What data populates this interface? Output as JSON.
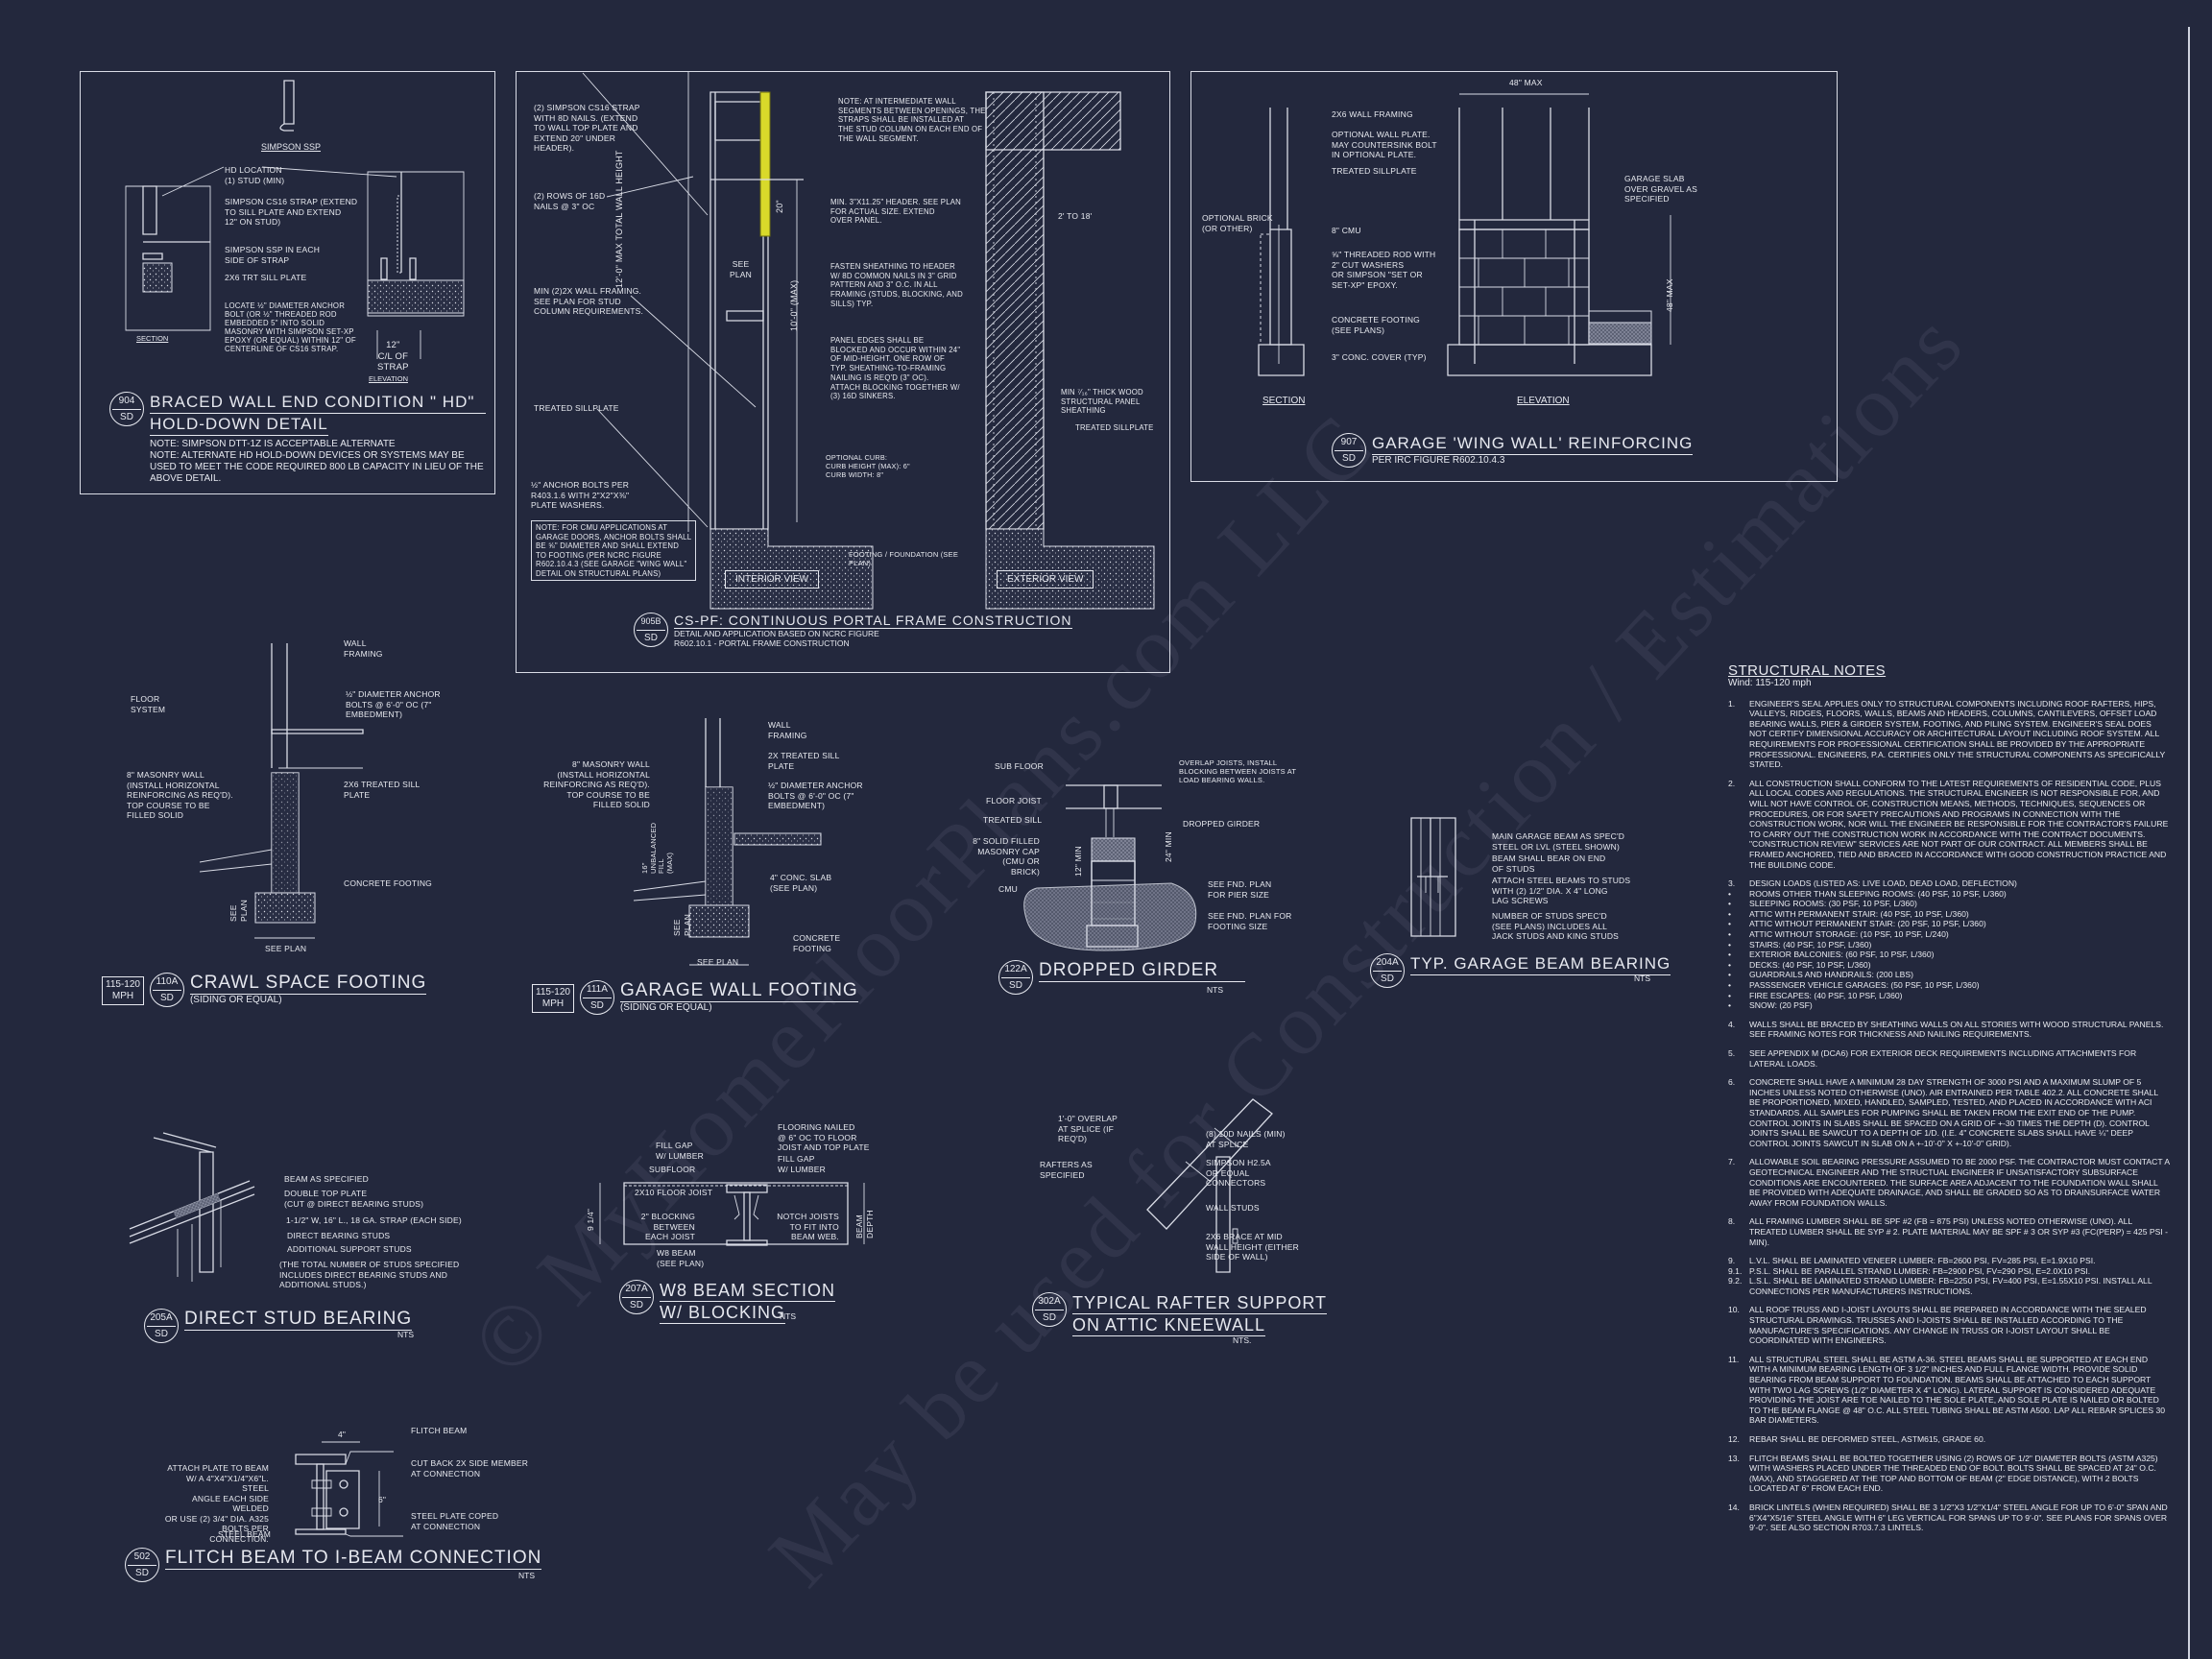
{
  "sheet": {
    "background": "#23283d",
    "line_color": "#d9dce6",
    "accent_strap_color": "#d9d92a",
    "watermark_line1": "© MyHomeFloorPlans.com LLC",
    "watermark_line2": "May be used for Construction / Estimations"
  },
  "d904": {
    "number": "904",
    "sheet": "SD",
    "title1": "BRACED WALL END CONDITION \" HD\"",
    "title2": "HOLD-DOWN DETAIL",
    "note1": "NOTE: SIMPSON DTT-1Z IS ACCEPTABLE ALTERNATE",
    "note2": "NOTE: ALTERNATE HD HOLD-DOWN DEVICES OR SYSTEMS MAY BE USED TO MEET THE CODE REQUIRED 800 LB CAPACITY IN LIEU OF THE ABOVE DETAIL.",
    "ssp_label": "SIMPSON SSP",
    "section_label": "SECTION",
    "elevation_label": "ELEVATION",
    "callouts": [
      "HD LOCATION\n(1) STUD (MIN)",
      "SIMPSON CS16 STRAP (EXTEND\nTO SILL PLATE AND EXTEND\n12\" ON STUD)",
      "SIMPSON SSP IN EACH\nSIDE OF STRAP",
      "2x6 TRT SILL PLATE",
      "LOCATE ½\" DIAMETER ANCHOR\nBOLT (OR ½\" THREADED ROD\nEMBEDDED 5\" INTO SOLID\nMASONRY WITH SIMPSON SET-XP\nEPOXY (OR EQUAL) WITHIN 12\" OF\nCENTERLINE OF CS16 STRAP."
    ],
    "dim": "12\"\nC/L OF\nSTRAP"
  },
  "d905b": {
    "number": "905B",
    "sheet": "SD",
    "title": "CS-PF: CONTINUOUS PORTAL FRAME CONSTRUCTION",
    "sub1": "DETAIL AND APPLICATION BASED ON NCRC FIGURE",
    "sub2": "R602.10.1 - PORTAL FRAME CONSTRUCTION",
    "interior_view": "INTERIOR VIEW",
    "exterior_view": "EXTERIOR VIEW",
    "callouts_left": [
      "(2) SIMPSON CS16 STRAP\nWITH 8d NAILS. (EXTEND\nTO WALL TOP PLATE AND\nEXTEND 20\" UNDER\nHEADER).",
      "(2) ROWS OF 16d\nNAILS @ 3\" OC",
      "MIN (2)2X WALL FRAMING.\nSEE PLAN FOR STUD\nCOLUMN REQUIREMENTS.",
      "TREATED SILLPLATE",
      "½\" ANCHOR BOLTS PER\nR403.1.6 WITH 2\"x2\"x⅜\"\nPLATE WASHERS."
    ],
    "cmu_note": "NOTE: FOR CMU APPLICATIONS AT\nGARAGE DOORS, ANCHOR BOLTS SHALL\nBE ⅝\" DIAMETER AND SHALL EXTEND\nTO FOOTING (PER NCRC FIGURE\nR602.10.4.3 (SEE GARAGE \"WING WALL\"\nDETAIL ON STRUCTURAL PLANS)",
    "callouts_mid": [
      "NOTE: AT INTERMEDIATE WALL\nSEGMENTS BETWEEN OPENINGS, THE\nSTRAPS SHALL BE INSTALLED AT\nTHE STUD COLUMN ON EACH END OF\nTHE WALL SEGMENT.",
      "MIN. 3\"x11.25\" HEADER. SEE PLAN\nFOR ACTUAL SIZE. EXTEND\nOVER PANEL.",
      "FASTEN SHEATHING TO HEADER\nW/ 8d COMMON NAILS IN 3\" GRID\nPATTERN AND 3\" O.C. IN ALL\nFRAMING (STUDS, BLOCKING, AND\nSILLS) TYP.",
      "PANEL EDGES SHALL BE\nBLOCKED AND OCCUR WITHIN 24\"\nOF MID-HEIGHT. ONE ROW OF\nTYP. SHEATHING-TO-FRAMING\nNAILING IS REQ'D (3\" OC).\nATTACH BLOCKING TOGETHER W/\n(3) 16d SINKERS.",
      "OPTIONAL CURB:\nCURB HEIGHT (MAX): 6\"\nCURB WIDTH: 8\"",
      "FOOTING / FOUNDATION (SEE\nPLAN)"
    ],
    "callouts_right": [
      "2' TO 18'",
      "MIN ⁷⁄₁₆\" THICK WOOD\nSTRUCTURAL PANEL\nSHEATHING",
      "TREATED SILLPLATE"
    ],
    "dims": {
      "total_height": "12'-0\" MAX TOTAL WALL HEIGHT",
      "max_height": "10'-0\" (MAX)",
      "strap": "20\"",
      "see_plan": "SEE\nPLAN"
    }
  },
  "d907": {
    "number": "907",
    "sheet": "SD",
    "title": "GARAGE 'WING WALL' REINFORCING",
    "sub": "PER IRC FIGURE R602.10.4.3",
    "section_label": "SECTION",
    "elevation_label": "ELEVATION",
    "dim_top": "48\" MAX",
    "dim_side": "48\" MAX",
    "callouts": [
      "2x6 WALL FRAMING",
      "OPTIONAL WALL PLATE.\nMAY COUNTERSINK BOLT\nIN OPTIONAL PLATE.",
      "TREATED SILLPLATE",
      "8\" CMU",
      "⅝\" THREADED ROD WITH\n2\" CUT WASHERS\nOR SIMPSON \"SET OR\nSET-XP\" EPOXY.",
      "CONCRETE FOOTING\n(SEE PLANS)",
      "3\" CONC. COVER (TYP)"
    ],
    "brick": "OPTIONAL BRICK\n(OR OTHER)",
    "slab": "GARAGE SLAB\nOVER GRAVEL AS\nSPECIFIED"
  },
  "d110a": {
    "number": "110A",
    "sheet": "SD",
    "mph": "115-120\nMPH",
    "title": "CRAWL SPACE FOOTING",
    "sub": "(SIDING OR EQUAL)",
    "callouts": [
      "WALL\nFRAMING",
      "FLOOR\nSYSTEM",
      "½\" DIAMETER ANCHOR\nBOLTS @ 6'-0\" OC (7\"\nEMBEDMENT)",
      "8\" MASONRY WALL\n(INSTALL HORIZONTAL\nREINFORCING AS REQ'D).\nTOP COURSE TO BE\nFILLED SOLID",
      "2x6 TREATED SILL\nPLATE",
      "CONCRETE FOOTING",
      "SEE PLAN",
      "SEE\nPLAN"
    ]
  },
  "d111a": {
    "number": "111A",
    "sheet": "SD",
    "mph": "115-120\nMPH",
    "title": "GARAGE WALL FOOTING",
    "sub": "(SIDING OR EQUAL)",
    "callouts": [
      "WALL\nFRAMING",
      "2x TREATED SILL\nPLATE",
      "8\" MASONRY WALL\n(INSTALL HORIZONTAL\nREINFORCING AS REQ'D).\nTOP COURSE TO BE\nFILLED SOLID",
      "½\" DIAMETER ANCHOR\nBOLTS @ 6'-0\" OC (7\"\nEMBEDMENT)",
      "16\"\nUNBALANCED\nFILL\n(MAX)",
      "4\" CONC. SLAB\n(SEE PLAN)",
      "CONCRETE\nFOOTING",
      "SEE PLAN",
      "SEE\nPLAN"
    ]
  },
  "d122a": {
    "number": "122A",
    "sheet": "SD",
    "title": "DROPPED GIRDER",
    "nts": "NTS",
    "callouts": [
      "SUB FLOOR",
      "FLOOR JOIST",
      "TREATED SILL",
      "8\" SOLID FILLED\nMASONRY CAP\n(CMU OR BRICK)",
      "CMU",
      "OVERLAP JOISTS, INSTALL\nBLOCKING BETWEEN JOISTS AT\nLOAD BEARING WALLS.",
      "DROPPED GIRDER",
      "SEE FND. PLAN\nFOR PIER SIZE",
      "SEE FND. PLAN FOR\nFOOTING SIZE"
    ],
    "dim1": "12\" MIN",
    "dim2": "24\" MIN"
  },
  "d204a": {
    "number": "204A",
    "sheet": "SD",
    "title": "TYP. GARAGE BEAM BEARING",
    "nts": "NTS",
    "callouts": [
      "MAIN GARAGE BEAM AS SPEC'D\nSTEEL OR LVL (STEEL SHOWN)",
      "BEAM SHALL BEAR ON END\nOF STUDS",
      "ATTACH STEEL BEAMS TO STUDS\nWITH (2) 1/2\" DIA. x 4\" LONG\nLAG SCREWS",
      "NUMBER OF STUDS SPEC'D\n(SEE PLANS) INCLUDES ALL\nJACK STUDS AND KING STUDS"
    ]
  },
  "d205a": {
    "number": "205A",
    "sheet": "SD",
    "title": "DIRECT STUD BEARING",
    "nts": "NTS",
    "callouts": [
      "BEAM AS SPECIFIED",
      "DOUBLE TOP PLATE\n(CUT @ DIRECT BEARING STUDS)",
      "1-1/2\" W, 16\" L., 18 GA. STRAP (EACH SIDE)",
      "DIRECT BEARING STUDS",
      "ADDITIONAL SUPPORT STUDS",
      "(THE TOTAL NUMBER OF STUDS SPECIFIED\nINCLUDES DIRECT BEARING STUDS AND\nADDITIONAL STUDS.)"
    ]
  },
  "d207a": {
    "number": "207A",
    "sheet": "SD",
    "title1": "W8 BEAM SECTION",
    "title2": "W/ BLOCKING",
    "nts": "NTS",
    "callouts": [
      "FILL GAP\nw/ LUMBER",
      "SUBFLOOR",
      "2x10 FLOOR JOIST",
      "2\" BLOCKING\nBETWEEN\nEACH JOIST",
      "W8 BEAM\n(SEE PLAN)",
      "FLOORING NAILED\n@ 6\" OC TO FLOOR\nJOIST AND TOP PLATE",
      "FILL GAP\nw/ LUMBER",
      "NOTCH JOISTS\nTO FIT INTO\nBEAM WEB.",
      "BEAM\nDEPTH"
    ],
    "dim": "9 1/4\""
  },
  "d302a": {
    "number": "302A",
    "sheet": "SD",
    "title1": "TYPICAL RAFTER SUPPORT",
    "title2": "ON ATTIC KNEEWALL",
    "nts": "NTS.",
    "callouts": [
      "1'-0\" OVERLAP\nAT SPLICE (IF\nREQ'D)",
      "RAFTERS AS\nSPECIFIED",
      "(8) 10d NAILS (MIN)\nAT SPLICE",
      "SIMPSON H2.5A\nOR EQUAL\nCONNECTORS",
      "WALL STUDS",
      "2X6 BRACE AT MID\nWALL HEIGHT (EITHER\nSIDE OF WALL)"
    ]
  },
  "d502": {
    "number": "502",
    "sheet": "SD",
    "title": "FLITCH BEAM TO I-BEAM CONNECTION",
    "nts": "NTS",
    "callouts": [
      "ATTACH PLATE TO BEAM\nW/ A 4\"x4\"x1/4\"x6\"L. STEEL\nANGLE EACH SIDE WELDED\nOR USE (2) 3/4\" DIA. A325\nBOLTS PER CONNECTION.",
      "STEEL BEAM",
      "FLITCH BEAM",
      "CUT BACK 2x  SIDE MEMBER\nAT CONNECTION",
      "STEEL PLATE COPED\nAT CONNECTION"
    ],
    "dim_w": "4\"",
    "dim_h": "6\""
  },
  "notes": {
    "title": "STRUCTURAL NOTES",
    "wind": "Wind: 115-120 mph",
    "items": [
      {
        "n": "1.",
        "t": "ENGINEER'S SEAL APPLIES ONLY TO STRUCTURAL COMPONENTS INCLUDING ROOF RAFTERS, HIPS, VALLEYS, RIDGES, FLOORS, WALLS, BEAMS AND HEADERS, COLUMNS, CANTILEVERS, OFFSET LOAD BEARING WALLS, PIER & GIRDER SYSTEM, FOOTING, AND PILING SYSTEM. ENGINEER'S SEAL DOES NOT CERTIFY DIMENSIONAL ACCURACY OR ARCHITECTURAL LAYOUT INCLUDING ROOF SYSTEM. ALL REQUIREMENTS FOR PROFESSIONAL CERTIFICATION SHALL BE PROVIDED BY THE APPROPRIATE PROFESSIONAL. ENGINEERS, P.A. CERTIFIES ONLY THE STRUCTURAL COMPONENTS AS SPECIFICALLY STATED."
      },
      {
        "n": "2.",
        "t": "ALL CONSTRUCTION SHALL CONFORM TO THE LATEST REQUIREMENTS OF RESIDENTIAL CODE, PLUS ALL LOCAL CODES AND REGULATIONS. THE STRUCTURAL ENGINEER IS NOT RESPONSIBLE FOR, AND WILL NOT HAVE CONTROL OF, CONSTRUCTION MEANS, METHODS, TECHNIQUES, SEQUENCES OR PROCEDURES, OR FOR SAFETY PRECAUTIONS AND PROGRAMS IN CONNECTION WITH THE CONSTRUCTION WORK, NOR WILL THE ENGINEER BE RESPONSIBLE FOR THE CONTRACTOR'S FAILURE TO CARRY OUT THE CONSTRUCTION WORK IN ACCORDANCE WITH THE CONTRACT DOCUMENTS. \"CONSTRUCTION REVIEW\" SERVICES ARE NOT PART OF OUR CONTRACT. ALL MEMBERS SHALL BE FRAMED ANCHORED, TIED AND BRACED IN ACCORDANCE WITH GOOD CONSTRUCTION PRACTICE AND THE BUILDING CODE."
      },
      {
        "n": "3.",
        "t": "DESIGN LOADS (LISTED AS: LIVE LOAD, DEAD LOAD, DEFLECTION)"
      }
    ],
    "loads": [
      "ROOMS OTHER THAN SLEEPING ROOMS: (40 PSF, 10 PSF, L/360)",
      "SLEEPING ROOMS: (30 PSF, 10 PSF, L/360)",
      "ATTIC WITH PERMANENT STAIR: (40 PSF, 10 PSF, L/360)",
      "ATTIC WITHOUT PERMANENT STAIR: (20 PSF, 10 PSF, L/360)",
      "ATTIC WITHOUT STORAGE: (10 PSF, 10 PSF, L/240)",
      "STAIRS: (40 PSF, 10 PSF, L/360)",
      "EXTERIOR BALCONIES: (60 PSF, 10 PSF, L/360)",
      "DECKS: (40 PSF, 10 PSF, L/360)",
      "GUARDRAILS AND HANDRAILS: (200 LBS)",
      "PASSSENGER VEHICLE GARAGES: (50 PSF, 10 PSF, L/360)",
      "FIRE ESCAPES: (40 PSF, 10 PSF, L/360)",
      "SNOW: (20 PSF)"
    ],
    "items2": [
      {
        "n": "4.",
        "t": "WALLS SHALL BE BRACED BY SHEATHING WALLS ON ALL STORIES WITH WOOD STRUCTURAL PANELS. SEE FRAMING NOTES FOR THICKNESS AND NAILING REQUIREMENTS."
      },
      {
        "n": "5.",
        "t": "SEE APPENDIX M (DCA6) FOR EXTERIOR DECK REQUIREMENTS INCLUDING ATTACHMENTS FOR LATERAL LOADS."
      },
      {
        "n": "6.",
        "t": "CONCRETE SHALL HAVE A MINIMUM 28 DAY STRENGTH OF 3000 PSI AND A MAXIMUM SLUMP OF 5 INCHES UNLESS NOTED OTHERWISE (UNO). AIR ENTRAINED PER TABLE 402.2. ALL CONCRETE SHALL BE PROPORTIONED, MIXED, HANDLED, SAMPLED, TESTED, AND PLACED IN ACCORDANCE WITH ACI STANDARDS. ALL SAMPLES FOR PUMPING SHALL BE TAKEN FROM THE EXIT END OF THE PUMP. CONTROL JOINTS IN SLABS SHALL BE SPACED ON A GRID OF +-30 TIMES THE DEPTH (D). CONTROL JOINTS SHALL BE SAWCUT TO A DEPTH OF 1/D. (I.E. 4\" CONCRETE SLABS SHALL HAVE ¼\" DEEP CONTROL JOINTS SAWCUT IN SLAB ON A +-10'-0\" x +-10'-0\" GRID)."
      },
      {
        "n": "7.",
        "t": "ALLOWABLE SOIL BEARING PRESSURE ASSUMED TO BE 2000 PSF. THE CONTRACTOR MUST CONTACT A GEOTECHNICAL ENGINEER AND THE STRUCTUAL ENGINEER IF UNSATISFACTORY SUBSURFACE CONDITIONS ARE ENCOUNTERED. THE SURFACE AREA ADJACENT TO THE FOUNDATION WALL SHALL BE PROVIDED WITH ADEQUATE DRAINAGE, AND SHALL BE GRADED SO AS TO DRAINSURFACE WATER AWAY FROM FOUNDATION WALLS."
      },
      {
        "n": "8.",
        "t": "ALL FRAMING LUMBER SHALL BE SPF #2 (Fb = 875 PSI) UNLESS NOTED OTHERWISE (UNO). ALL TREATED LUMBER SHALL BE SYP # 2. PLATE MATERIAL MAY BE SPF # 3 OR SYP #3 (Fc(perp) = 425 PSI - MIN)."
      },
      {
        "n": "9.",
        "t": "L.V.L.  SHALL BE LAMINATED VENEER LUMBER: Fb=2600 PSI, Fv=285 PSI, E=1.9x10  PSI."
      },
      {
        "n": "9.1.",
        "t": "P.S.L.  SHALL BE PARALLEL STRAND LUMBER: Fb=2900 PSI, Fv=290 PSI, E=2.0x10  PSI."
      },
      {
        "n": "9.2.",
        "t": "L.S.L.  SHALL BE LAMINATED STRAND LUMBER: Fb=2250 PSI, Fv=400 PSI, E=1.55x10  PSI. INSTALL ALL CONNECTIONS PER MANUFACTURERS INSTRUCTIONS."
      },
      {
        "n": "10.",
        "t": "ALL ROOF TRUSS AND I-JOIST LAYOUTS SHALL BE PREPARED IN ACCORDANCE WITH THE SEALED STRUCTURAL DRAWINGS. TRUSSES AND I-JOISTS SHALL BE INSTALLED ACCORDING TO THE MANUFACTURE'S SPECIFICATIONS. ANY CHANGE IN TRUSS OR I-JOIST LAYOUT SHALL BE COORDINATED WITH  ENGINEERS."
      },
      {
        "n": "11.",
        "t": "ALL STRUCTURAL STEEL SHALL BE ASTM A-36. STEEL BEAMS SHALL BE SUPPORTED AT EACH END WITH A MINIMUM BEARING LENGTH OF 3 1/2\" INCHES AND FULL FLANGE WIDTH. PROVIDE SOLID BEARING FROM BEAM SUPPORT TO FOUNDATION. BEAMS SHALL BE ATTACHED TO EACH SUPPORT WITH TWO LAG SCREWS (1/2\" DIAMETER x 4\" LONG). LATERAL SUPPORT IS CONSIDERED ADEQUATE PROVIDING THE JOIST ARE TOE NAILED TO THE SOLE PLATE, AND SOLE PLATE IS NAILED OR BOLTED TO THE BEAM FLANGE @ 48\" O.C. ALL STEEL TUBING SHALL BE ASTM A500. LAP ALL REBAR SPLICES 30 BAR DIAMETERS."
      },
      {
        "n": "12.",
        "t": "REBAR SHALL BE DEFORMED STEEL, ASTM615, GRADE 60."
      },
      {
        "n": "13.",
        "t": "FLITCH BEAMS SHALL BE BOLTED TOGETHER USING (2) ROWS OF 1/2\" DIAMETER BOLTS (ASTM A325) WITH WASHERS PLACED UNDER THE THREADED END OF BOLT. BOLTS SHALL BE SPACED AT 24\" O.C. (MAX), AND STAGGERED AT THE TOP AND BOTTOM OF BEAM (2\" EDGE DISTANCE), WITH 2 BOLTS LOCATED AT 6\" FROM EACH END."
      },
      {
        "n": "14.",
        "t": "BRICK LINTELS (WHEN REQUIRED) SHALL BE 3 1/2\"x3 1/2\"x1/4\" STEEL ANGLE FOR UP TO 6'-0\" SPAN AND 6\"x4\"x5/16\" STEEL ANGLE WITH 6\" LEG VERTICAL FOR SPANS UP TO 9'-0\". SEE PLANS FOR SPANS OVER 9'-0\". SEE ALSO SECTION R703.7.3 LINTELS."
      }
    ]
  }
}
